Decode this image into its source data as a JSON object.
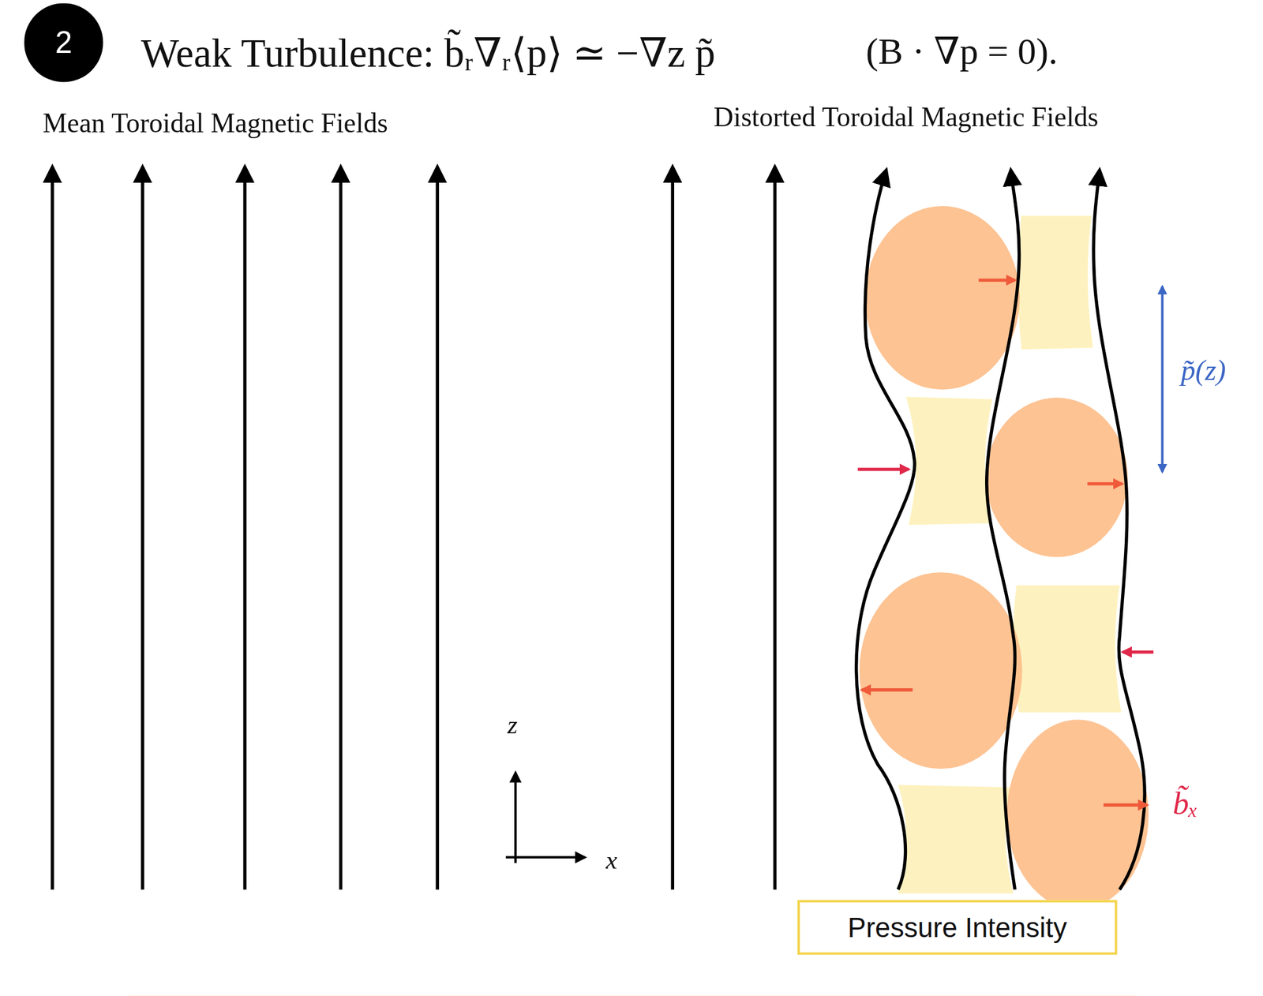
{
  "diagram": {
    "title": "Weak Turbulence: b̃ᵣ∇ᵣ⟨p⟩ ≃ −∇z p̃",
    "nodes": [
      {
        "text": [
          "2"
        ]
      },
      {
        "text": [
          "Pressure Intensity"
        ]
      }
    ],
    "labels": [
      "(B · ∇p = 0).",
      "Mean Toroidal Magnetic Fields",
      "Distorted Toroidal Magnetic Fields",
      "p̃(z)",
      "b̃ₓ",
      "z",
      "x"
    ]
  }
}
